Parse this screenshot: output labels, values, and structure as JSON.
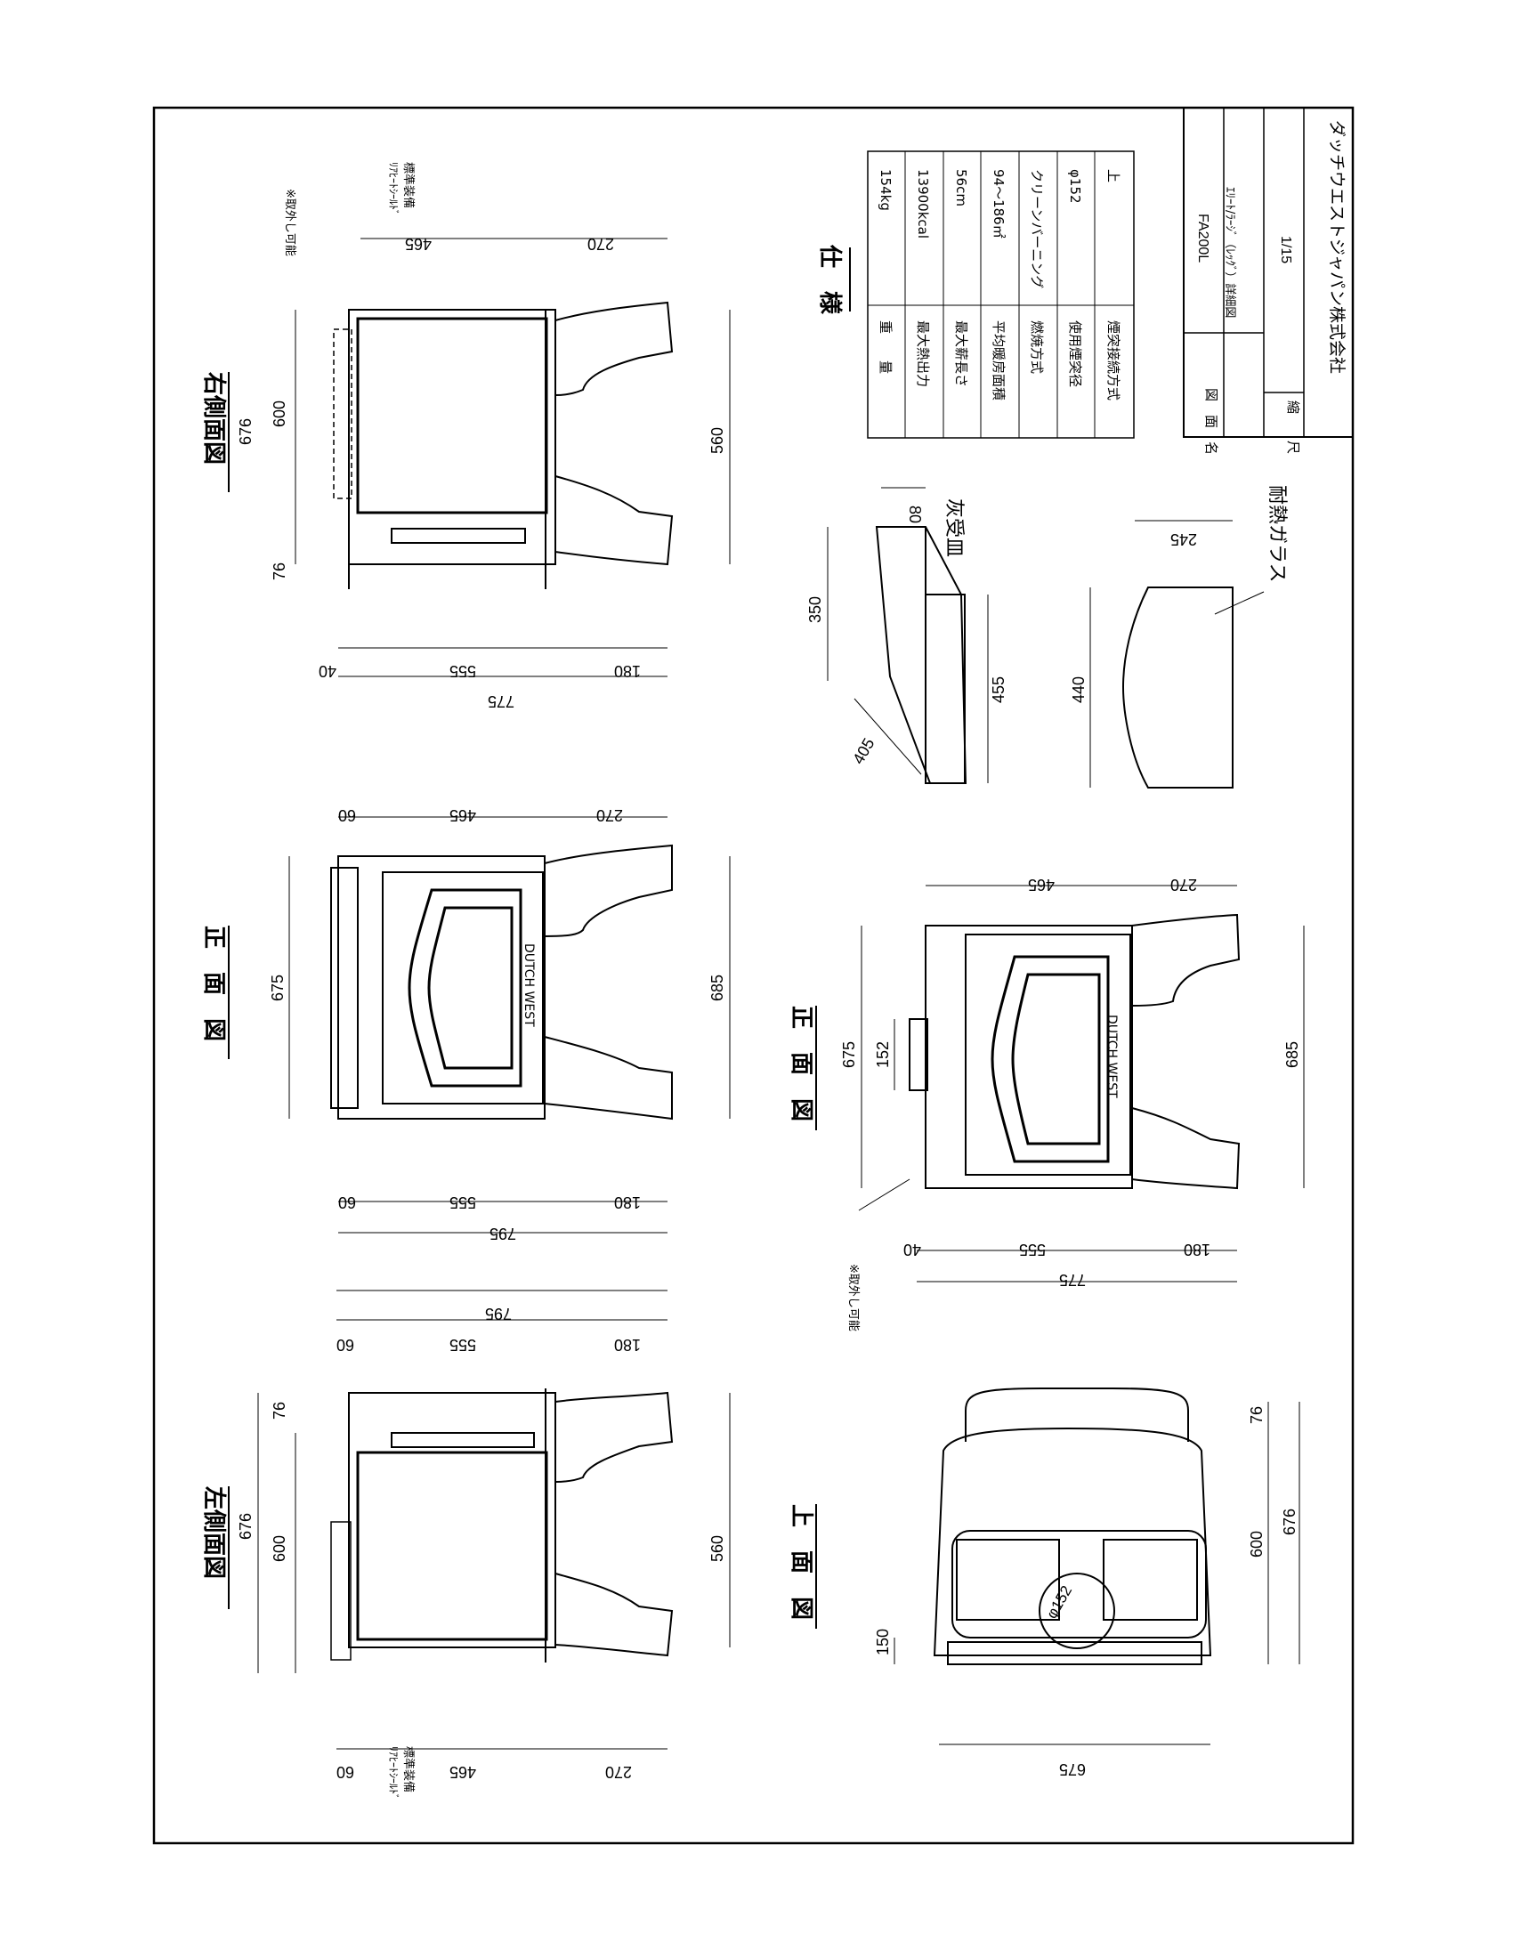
{
  "title_block": {
    "figure_name_label": "図　面　名",
    "figure_name": "FA200L",
    "figure_subtitle": "ｴﾘｰﾄ/ﾗｰｼﾞ（ﾚｯｸﾞ）詳細図",
    "scale_label": "縮　　尺",
    "scale": "1/15",
    "company": "ダッチウエストジャパン株式会社"
  },
  "specs": {
    "heading": "仕　様",
    "rows": [
      {
        "label": "重　　量",
        "value": "154kg"
      },
      {
        "label": "最大熱出力",
        "value": "13900kcal"
      },
      {
        "label": "最大薪長さ",
        "value": "56cm"
      },
      {
        "label": "平均暖房面積",
        "value": "94～186㎡"
      },
      {
        "label": "燃焼方式",
        "value": "クリーンバーニング"
      },
      {
        "label": "使用煙突径",
        "value": "φ152"
      },
      {
        "label": "煙突接続方式",
        "value": "上"
      }
    ]
  },
  "views": {
    "right_side": {
      "title": "右側面図",
      "note_removable": "※取外し可能",
      "note_rear_shield": "ﾘｱﾋｰﾄｼｰﾙﾄﾞ",
      "note_standard": "標準装備",
      "dims": {
        "d465": "465",
        "d270": "270",
        "d676": "676",
        "d600": "600",
        "d76": "76",
        "d560": "560",
        "d40": "40",
        "d555": "555",
        "d180": "180",
        "d775": "775"
      }
    },
    "front_upper": {
      "title": "正　面　図",
      "brand": "DUTCH WEST",
      "dims": {
        "d60a": "60",
        "d465": "465",
        "d270": "270",
        "d675": "675",
        "d685": "685",
        "d60b": "60",
        "d555": "555",
        "d180": "180",
        "d795": "795"
      }
    },
    "left_side": {
      "title": "左側面図",
      "note_rear_shield": "ﾘｱﾋｰﾄｼｰﾙﾄﾞ",
      "note_standard": "標準装備",
      "dims": {
        "d795": "795",
        "d60a": "60",
        "d555": "555",
        "d180": "180",
        "d76": "76",
        "d676": "676",
        "d600": "600",
        "d560": "560",
        "d60b": "60",
        "d465": "465",
        "d270": "270"
      }
    },
    "front_lower": {
      "title": "正　面　図",
      "brand": "DUTCH WEST",
      "note_removable": "※取外し可能",
      "dims": {
        "d465": "465",
        "d270": "270",
        "d675": "675",
        "d152": "152",
        "d685": "685",
        "d40": "40",
        "d555": "555",
        "d180": "180",
        "d775": "775"
      }
    },
    "top": {
      "title": "上　面　図",
      "flue": "φ152",
      "dims": {
        "d76": "76",
        "d600": "600",
        "d676": "676",
        "d150": "150",
        "d675": "675"
      }
    },
    "ash_pan": {
      "label": "灰受皿",
      "dims": {
        "d80": "80",
        "d350": "350",
        "d455": "455",
        "d405": "405"
      }
    },
    "glass": {
      "label": "耐熱ガラス",
      "dims": {
        "d245": "245",
        "d440": "440"
      }
    }
  }
}
